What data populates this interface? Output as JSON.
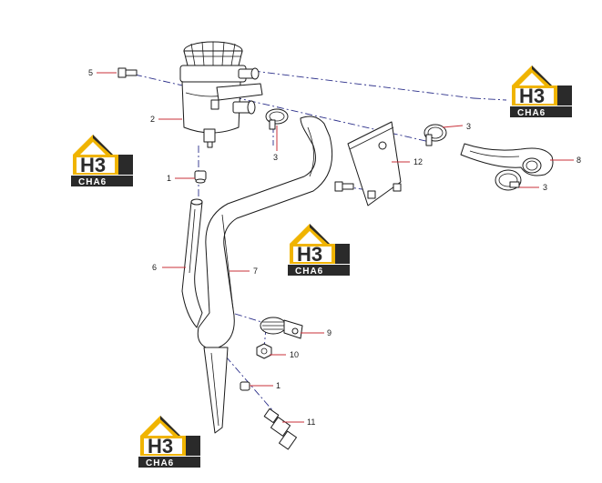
{
  "callouts": {
    "c5": "5",
    "c2": "2",
    "c3a": "3",
    "c3b": "3",
    "c3c": "3",
    "c1a": "1",
    "c1b": "1",
    "c12": "12",
    "c8": "8",
    "c6": "6",
    "c7": "7",
    "c9": "9",
    "c10": "10",
    "c11": "11"
  },
  "logo": {
    "top_text": "H3",
    "bottom_text": "CHA6",
    "colors": {
      "gold": "#f0b400",
      "dark": "#2a2a2a",
      "white": "#ffffff"
    }
  },
  "colors": {
    "leader": "#c8303a",
    "axis": "#2b2f8a",
    "outline": "#1a1a1a"
  }
}
